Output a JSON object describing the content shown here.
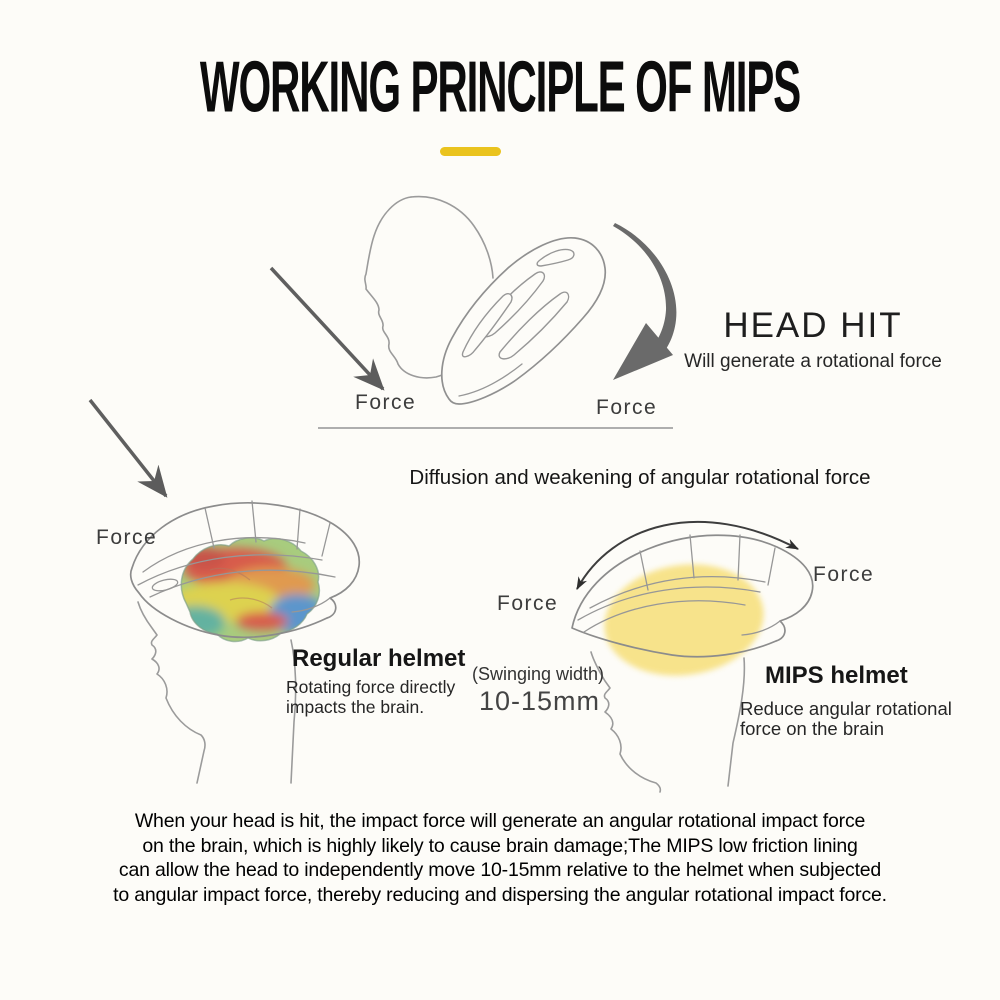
{
  "title": {
    "text": "WORKING PRINCIPLE OF MIPS"
  },
  "impact_scene": {
    "force_left": "Force",
    "force_right": "Force",
    "headline": "HEAD HIT",
    "subline": "Will generate a rotational force"
  },
  "comparison": {
    "heading": "Diffusion and weakening of angular rotational force"
  },
  "regular": {
    "force": "Force",
    "name": "Regular helmet",
    "desc1": "Rotating force directly",
    "desc2": "impacts the brain."
  },
  "mips": {
    "force_left": "Force",
    "force_right": "Force",
    "swing_label": "(Swinging width)",
    "swing_range": "10-15mm",
    "name": "MIPS helmet",
    "desc1": "Reduce angular rotational",
    "desc2": "force on the brain"
  },
  "footer": {
    "line1": "When your head is hit, the impact force will generate an angular rotational impact force",
    "line2": "on the brain, which is highly likely to cause brain damage;The MIPS low friction lining",
    "line3": "can allow the head to independently move 10-15mm relative to the helmet when subjected",
    "line4": "to angular impact force, thereby reducing and dispersing the angular rotational impact force."
  },
  "colors": {
    "background": "#fdfcf8",
    "accent_yellow": "#eac31e",
    "mips_highlight": "#f6dd70",
    "arrow_gray": "#5f5f5f",
    "line_gray": "#8f8f8f",
    "brain_red": "#d85c4c",
    "brain_orange": "#e09a50",
    "brain_yellow": "#ddd24f",
    "brain_green": "#a8cc7e",
    "brain_teal": "#64b2a0",
    "brain_blue": "#5b96cc"
  }
}
